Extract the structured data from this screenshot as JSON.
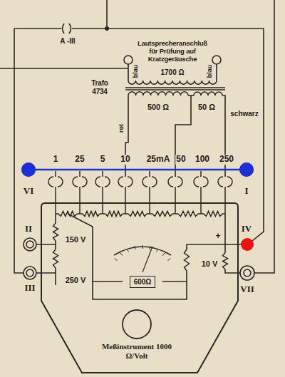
{
  "diagram": {
    "nodes": [
      {
        "text": [
          "Meßinstrument 1000 Ω/Volt"
        ]
      },
      {
        "text": [
          "600Ω"
        ],
        "in": 0
      }
    ],
    "labels": [
      "A -III",
      "Lautsprecheranschluß für Prüfung auf Kratzgeräusche",
      "blau",
      "1700 Ω",
      "blau",
      "Trafo 4734",
      "rot",
      "500 Ω",
      "50 Ω",
      "schwarz",
      "1",
      "25",
      "5",
      "10",
      "25mA",
      "50",
      "100",
      "250",
      "VI",
      "I",
      "II",
      "IV",
      "150 V",
      "+",
      "III",
      "250 V",
      "10 V",
      "VII"
    ]
  }
}
